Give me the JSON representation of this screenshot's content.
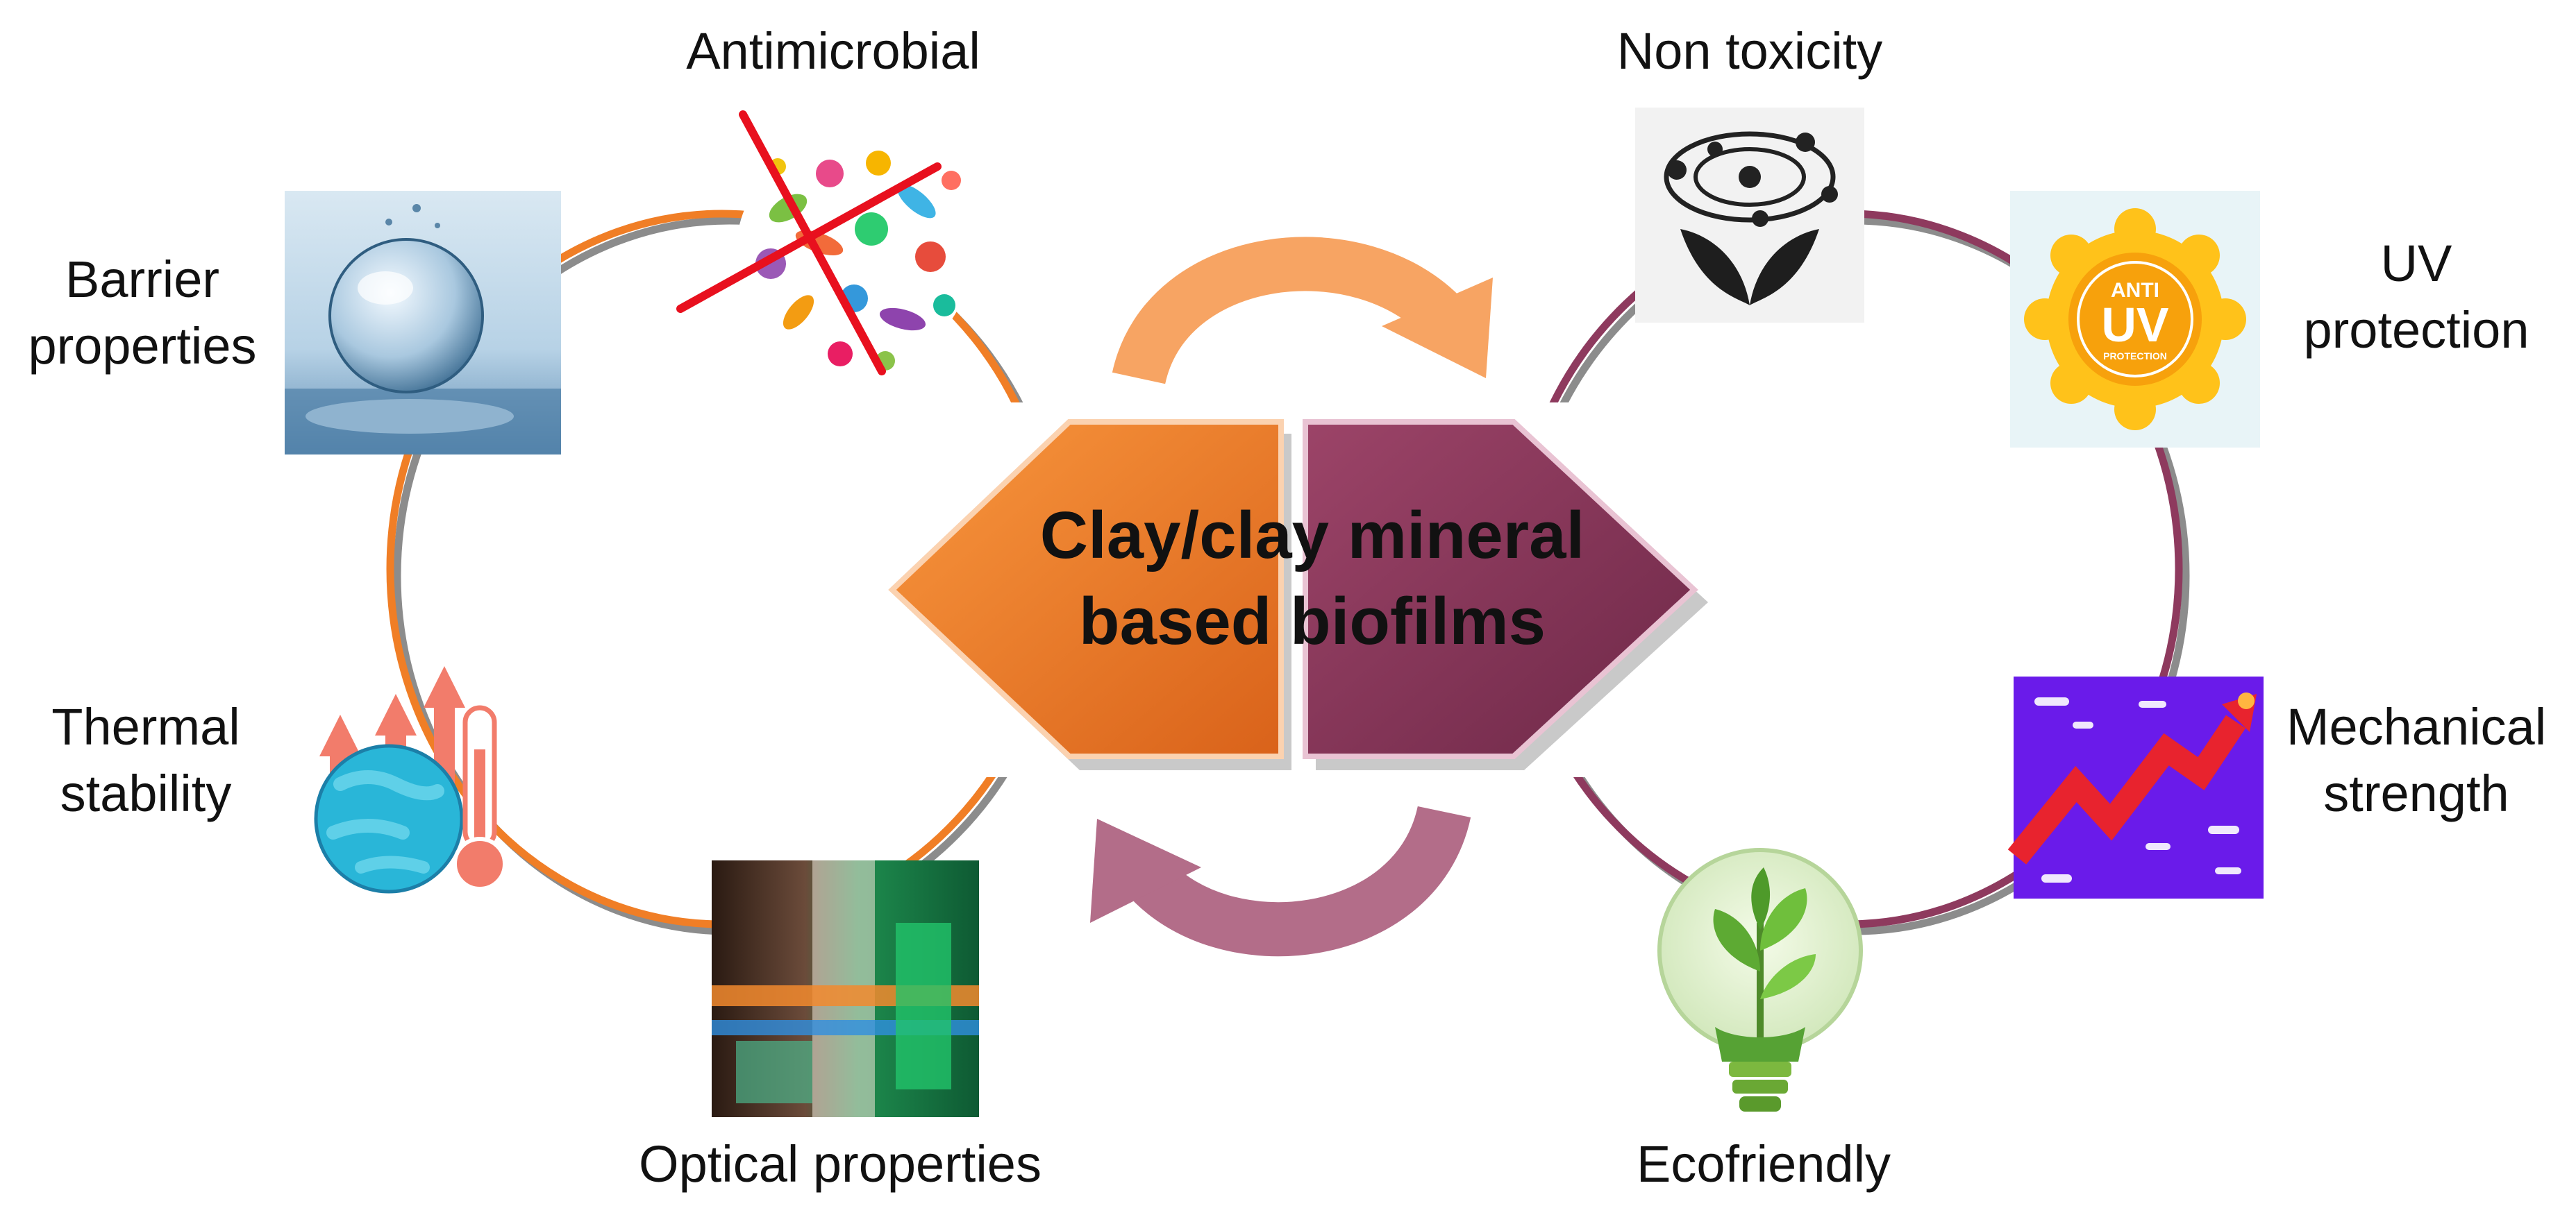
{
  "center": {
    "line1": "Clay/clay mineral",
    "line2": "based biofilms"
  },
  "properties": {
    "antimicrobial": "Antimicrobial",
    "barrier_line1": "Barrier",
    "barrier_line2": "properties",
    "thermal_line1": "Thermal",
    "thermal_line2": "stability",
    "optical": "Optical properties",
    "nontoxicity": "Non toxicity",
    "uv_line1": "UV",
    "uv_line2": "protection",
    "mechanical_line1": "Mechanical",
    "mechanical_line2": "strength",
    "ecofriendly": "Ecofriendly"
  },
  "uv_badge": {
    "top": "ANTI",
    "main": "UV",
    "bottom": "PROTECTION"
  },
  "colors": {
    "orange": "#F07E26",
    "plum": "#8E3A5E",
    "orange_arrow": "#F7A463",
    "plum_arrow": "#B36D89",
    "gray_ring": "#8C8C8C"
  },
  "icons": {
    "antimicrobial": "microbes-crossed-icon",
    "barrier": "water-drop-icon",
    "thermal": "globe-thermometer-icon",
    "optical": "light-prism-icon",
    "nontoxicity": "atom-leaves-icon",
    "uv": "sun-badge-icon",
    "mechanical": "rising-arrow-icon",
    "ecofriendly": "plant-bulb-icon"
  }
}
